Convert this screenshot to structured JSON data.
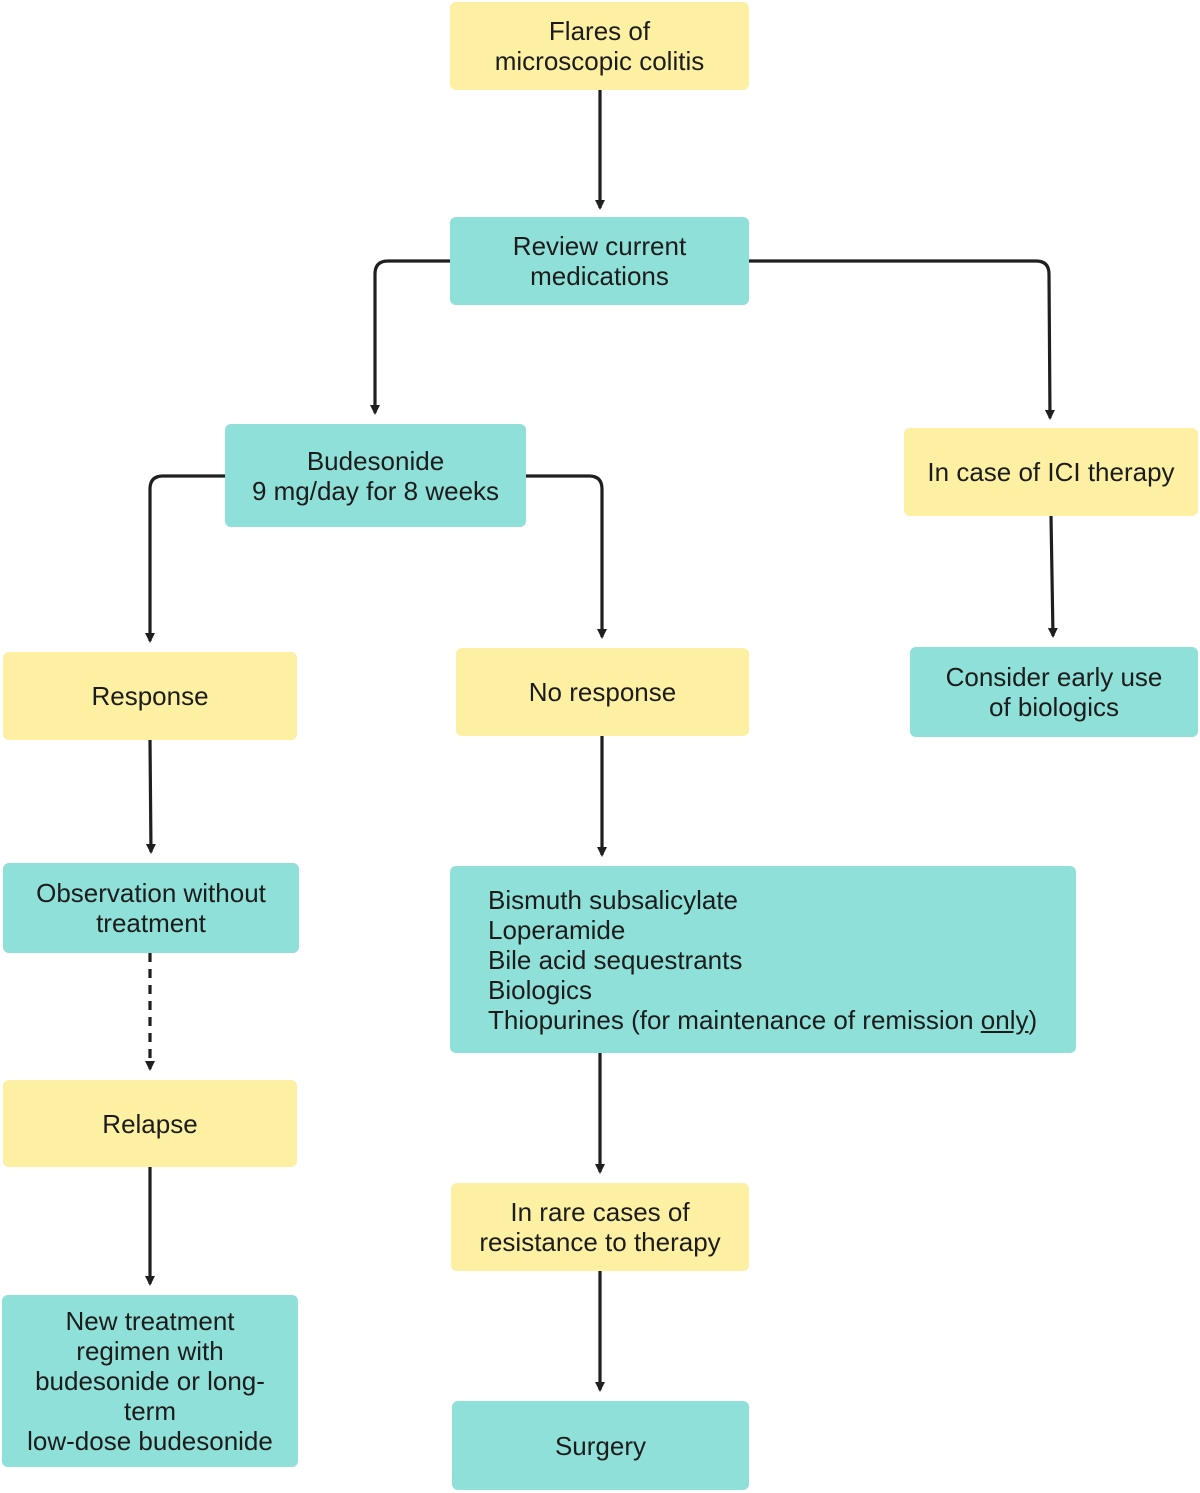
{
  "colors": {
    "yellow_box": "#fdf0a3",
    "teal_box": "#8fe0d8",
    "arrow": "#1f1f1f"
  },
  "nodes": {
    "flares": {
      "lines": [
        "Flares of",
        "microscopic colitis"
      ],
      "color": "yellow"
    },
    "review": {
      "lines": [
        "Review current",
        "medications"
      ],
      "color": "teal"
    },
    "budesonide": {
      "lines": [
        "Budesonide",
        "9 mg/day for 8 weeks"
      ],
      "color": "teal"
    },
    "ici": {
      "lines": [
        "In case of ICI therapy"
      ],
      "color": "yellow"
    },
    "response": {
      "lines": [
        "Response"
      ],
      "color": "yellow"
    },
    "no_response": {
      "lines": [
        "No response"
      ],
      "color": "yellow"
    },
    "biologics_early": {
      "lines": [
        "Consider early use",
        "of biologics"
      ],
      "color": "teal"
    },
    "observation": {
      "lines": [
        "Observation without",
        "treatment"
      ],
      "color": "teal"
    },
    "alternatives": {
      "lines": [
        "Bismuth subsalicylate",
        "Loperamide",
        "Bile acid sequestrants",
        "Biologics"
      ],
      "last_line_before": "Thiopurines (for maintenance of remission ",
      "last_line_underlined": "only",
      "last_line_after": ")",
      "color": "teal"
    },
    "relapse": {
      "lines": [
        "Relapse"
      ],
      "color": "yellow"
    },
    "resistance": {
      "lines": [
        "In rare cases of",
        "resistance to therapy"
      ],
      "color": "yellow"
    },
    "new_regimen": {
      "lines": [
        "New treatment",
        "regimen with",
        "budesonide or long-",
        "term",
        "low-dose budesonide"
      ],
      "color": "teal"
    },
    "surgery": {
      "lines": [
        "Surgery"
      ],
      "color": "teal"
    }
  },
  "edges": [
    {
      "from": "flares",
      "to": "review",
      "style": "solid"
    },
    {
      "from": "review",
      "to": "budesonide",
      "style": "solid"
    },
    {
      "from": "review",
      "to": "ici",
      "style": "solid"
    },
    {
      "from": "budesonide",
      "to": "response",
      "style": "solid"
    },
    {
      "from": "budesonide",
      "to": "no_response",
      "style": "solid"
    },
    {
      "from": "ici",
      "to": "biologics_early",
      "style": "solid"
    },
    {
      "from": "response",
      "to": "observation",
      "style": "solid"
    },
    {
      "from": "no_response",
      "to": "alternatives",
      "style": "solid"
    },
    {
      "from": "observation",
      "to": "relapse",
      "style": "dashed"
    },
    {
      "from": "alternatives",
      "to": "resistance",
      "style": "solid"
    },
    {
      "from": "relapse",
      "to": "new_regimen",
      "style": "solid"
    },
    {
      "from": "resistance",
      "to": "surgery",
      "style": "solid"
    }
  ]
}
